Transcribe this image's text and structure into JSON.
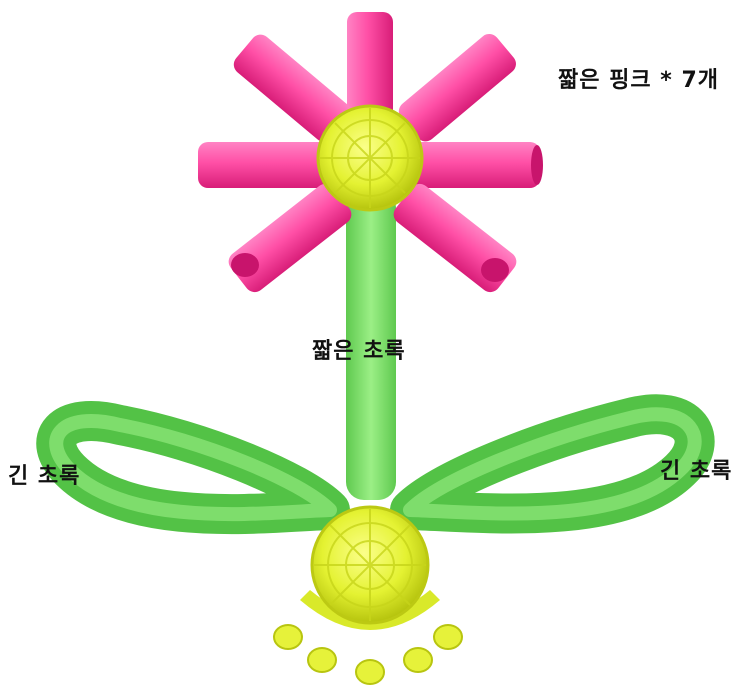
{
  "labels": {
    "short_pink": "짧은 핑크 * 7개",
    "short_green": "짧은 초록",
    "long_green_left": "긴 초록",
    "long_green_right": "긴 초록"
  },
  "colors": {
    "pink": "#ff4fa6",
    "pink_dark": "#e0237f",
    "green": "#7ee26c",
    "green_dark": "#4fc245",
    "yellow": "#e8f53a",
    "yellow_dark": "#c2d010",
    "background": "#ffffff"
  }
}
